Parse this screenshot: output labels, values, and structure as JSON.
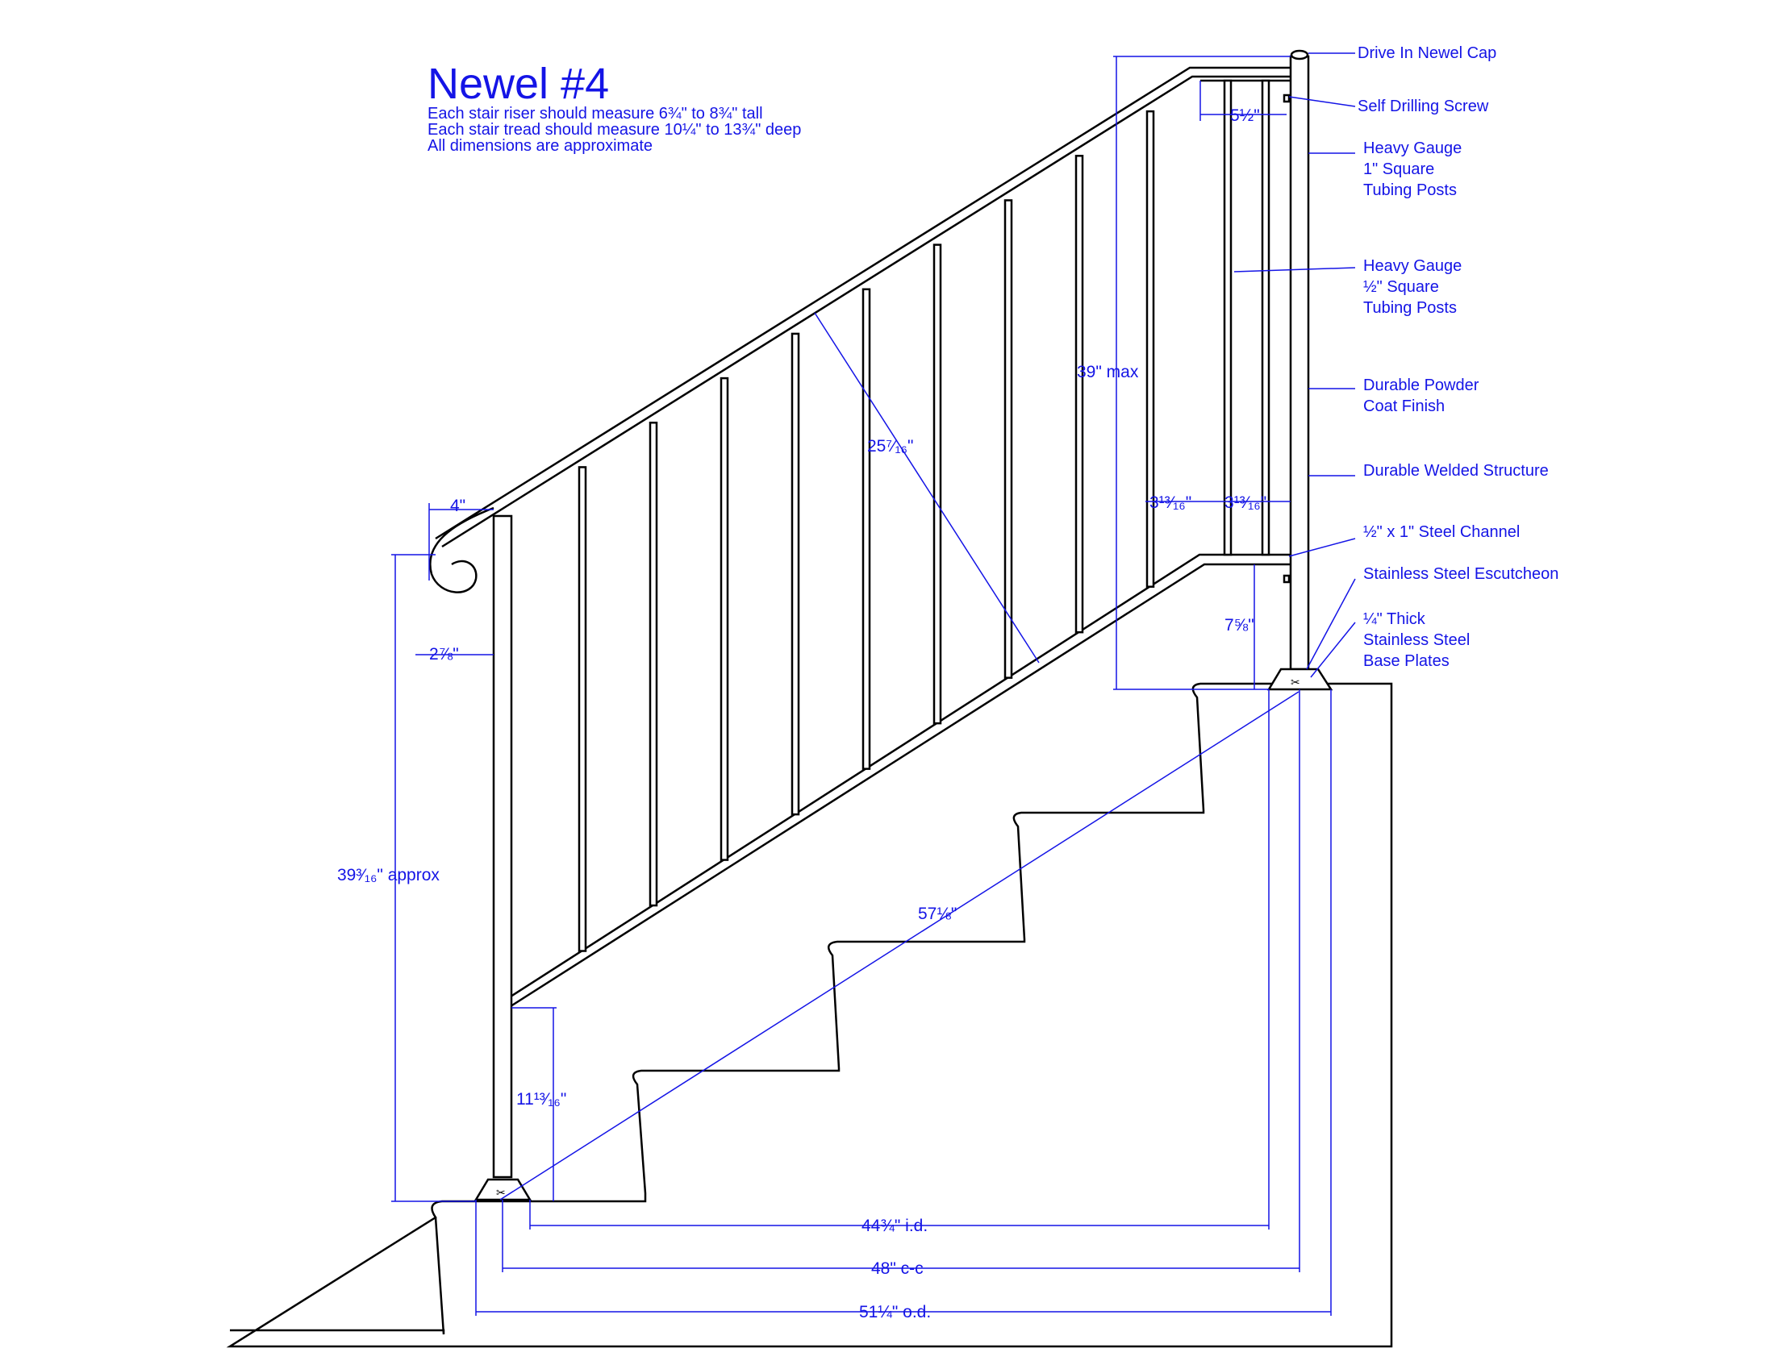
{
  "title": "Newel #4",
  "notes": [
    "Each stair riser should measure 6¾\" to 8¾\" tall",
    "Each stair tread should measure 10¼\" to 13¾\" deep",
    "All dimensions are approximate"
  ],
  "callouts": {
    "cap": "Drive In Newel Cap",
    "screw": "Self Drilling Screw",
    "posts_1_line1": "Heavy Gauge",
    "posts_1_line2": "1\" Square",
    "posts_1_line3": "Tubing Posts",
    "posts_half_line1": "Heavy Gauge",
    "posts_half_line2": "½\" Square",
    "posts_half_line3": "Tubing Posts",
    "finish_line1": "Durable Powder",
    "finish_line2": "Coat Finish",
    "welded": "Durable Welded Structure",
    "channel": "½\" x 1\" Steel Channel",
    "escutcheon": "Stainless Steel Escutcheon",
    "plates_line1": "¼\" Thick",
    "plates_line2": "Stainless Steel",
    "plates_line3": "Base Plates"
  },
  "dimensions": {
    "handrail_return": "4\"",
    "scroll_offset": "2⅞\"",
    "overall_height": "39³⁄₁₆\" approx",
    "bottom_rail_height": "11¹³⁄₁₆\"",
    "picket_diagonal": "25⁷⁄₁₆\"",
    "stair_diagonal": "57⅛\"",
    "top_extension": "5½\"",
    "max_height": "39\" max",
    "picket_spacing_a": "3¹³⁄₁₆\"",
    "picket_spacing_b": "3¹³⁄₁₆\"",
    "bottom_rail_gap": "7⅝\"",
    "inside_dim": "44¾\" i.d.",
    "center_dim": "48\" c-c",
    "outside_dim": "51¼\" o.d."
  }
}
